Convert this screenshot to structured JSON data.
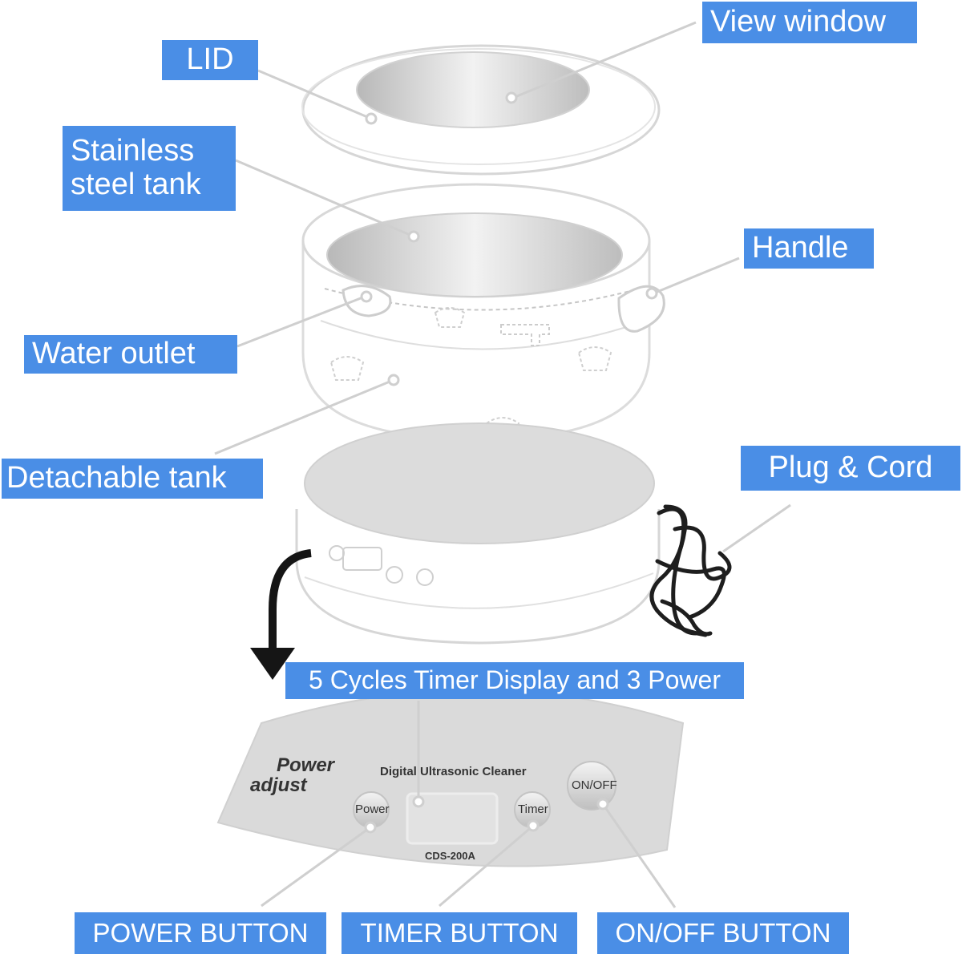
{
  "labels": {
    "lid": "LID",
    "view_window": "View window",
    "stainless_tank": "Stainless\nsteel tank",
    "handle": "Handle",
    "water_outlet": "Water outlet",
    "detachable_tank": "Detachable tank",
    "plug_cord": "Plug & Cord",
    "timer_display": "5 Cycles Timer Display and 3 Power",
    "power_button": "POWER BUTTON",
    "timer_button": "TIMER BUTTON",
    "onoff_button": "ON/OFF BUTTON"
  },
  "control_panel": {
    "power_adjust_line1": "Power",
    "power_adjust_line2": "adjust",
    "title": "Digital Ultrasonic Cleaner",
    "model": "CDS-200A",
    "button_power": "Power",
    "button_timer": "Timer",
    "button_onoff": "ON/OFF"
  },
  "colors": {
    "label_bg": "#4a8ee6",
    "label_text": "#ffffff",
    "outline": "#d4d4d4",
    "panel": "#dadada",
    "leader_line": "#cfcfcf"
  }
}
